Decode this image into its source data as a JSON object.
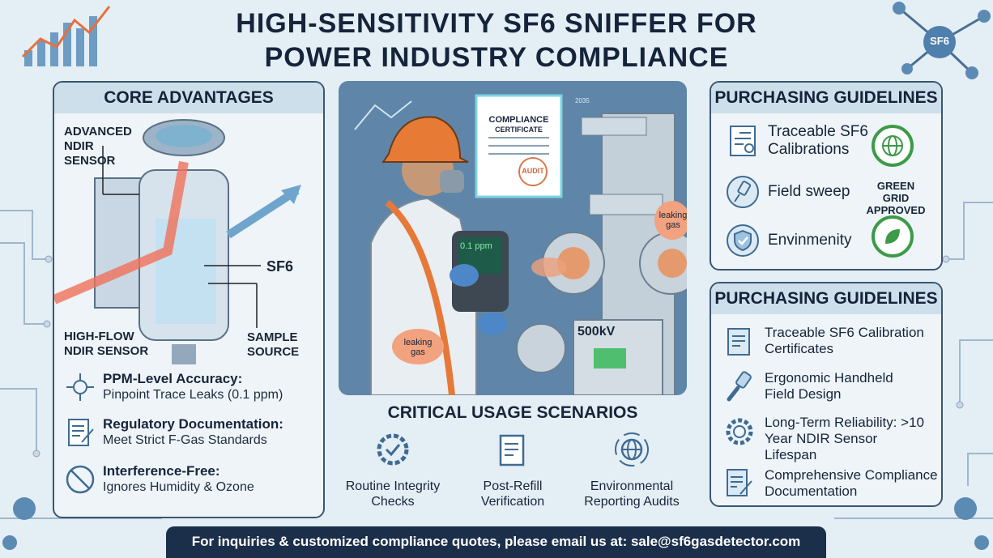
{
  "title": {
    "line1": "HIGH-SENSITIVITY SF6 SNIFFER FOR",
    "line2": "POWER INDUSTRY COMPLIANCE"
  },
  "core": {
    "heading": "CORE ADVANTAGES",
    "labels": {
      "advanced": "ADVANCED NDIR SENSOR",
      "sf6": "SF6",
      "highflow": "HIGH-FLOW NDIR SENSOR",
      "sample": "SAMPLE SOURCE"
    },
    "items": [
      {
        "icon": "molecule-icon",
        "title": "PPM-Level Accuracy:",
        "text": "Pinpoint Trace Leaks (0.1 ppm)"
      },
      {
        "icon": "document-pen-icon",
        "title": "Regulatory Documentation:",
        "text": "Meet Strict F-Gas Standards"
      },
      {
        "icon": "no-interference-icon",
        "title": "Interference-Free:",
        "text": "Ignores Humidity & Ozone"
      }
    ]
  },
  "scene": {
    "certificate_title": "COMPLIANCE",
    "certificate_sub": "CERTIFICATE",
    "stamp": "AUDIT",
    "reading": "0.1 ppm",
    "voltage": "500kV",
    "leak1": "leaking gas",
    "leak2": "leaking gas",
    "year": "2035"
  },
  "scenarios": {
    "heading": "CRITICAL USAGE SCENARIOS",
    "items": [
      {
        "icon": "gear-check-icon",
        "label": "Routine Integrity Checks"
      },
      {
        "icon": "clipboard-check-icon",
        "label": "Post-Refill Verification"
      },
      {
        "icon": "globe-cycle-icon",
        "label": "Environmental Reporting Audits"
      }
    ]
  },
  "guidelines_top": {
    "heading": "PURCHASING GUIDELINES",
    "items": [
      {
        "icon": "certificate-icon",
        "label": "Traceable SF6 Calibrations"
      },
      {
        "icon": "handheld-icon",
        "label": "Field sweep"
      },
      {
        "icon": "shield-check-icon",
        "label": "Envinmenity"
      }
    ],
    "badge_text": "GREEN GRID APPROVED",
    "stamp_text": "GREEN GRID APPROVED"
  },
  "guidelines_bottom": {
    "heading": "PURCHASING GUIDELINES",
    "items": [
      {
        "icon": "clipboard-icon",
        "label": "Traceable SF6 Calibration Certificates"
      },
      {
        "icon": "handheld-icon",
        "label": "Ergonomic Handheld Field Design"
      },
      {
        "icon": "gear-icon",
        "label": "Long-Term Reliability: >10 Year NDIR Sensor Lifespan"
      },
      {
        "icon": "document-pen-icon",
        "label": "Comprehensive Compliance Documentation"
      }
    ]
  },
  "decor": {
    "molecule_label": "SF6"
  },
  "footer": {
    "text": "For inquiries & customized compliance quotes, please email us at: sale@sf6gasdetector.com"
  },
  "colors": {
    "navy": "#1c2f4a",
    "accent_orange": "#e9703d",
    "green": "#3d9a48",
    "panel": "#eef4f8"
  }
}
